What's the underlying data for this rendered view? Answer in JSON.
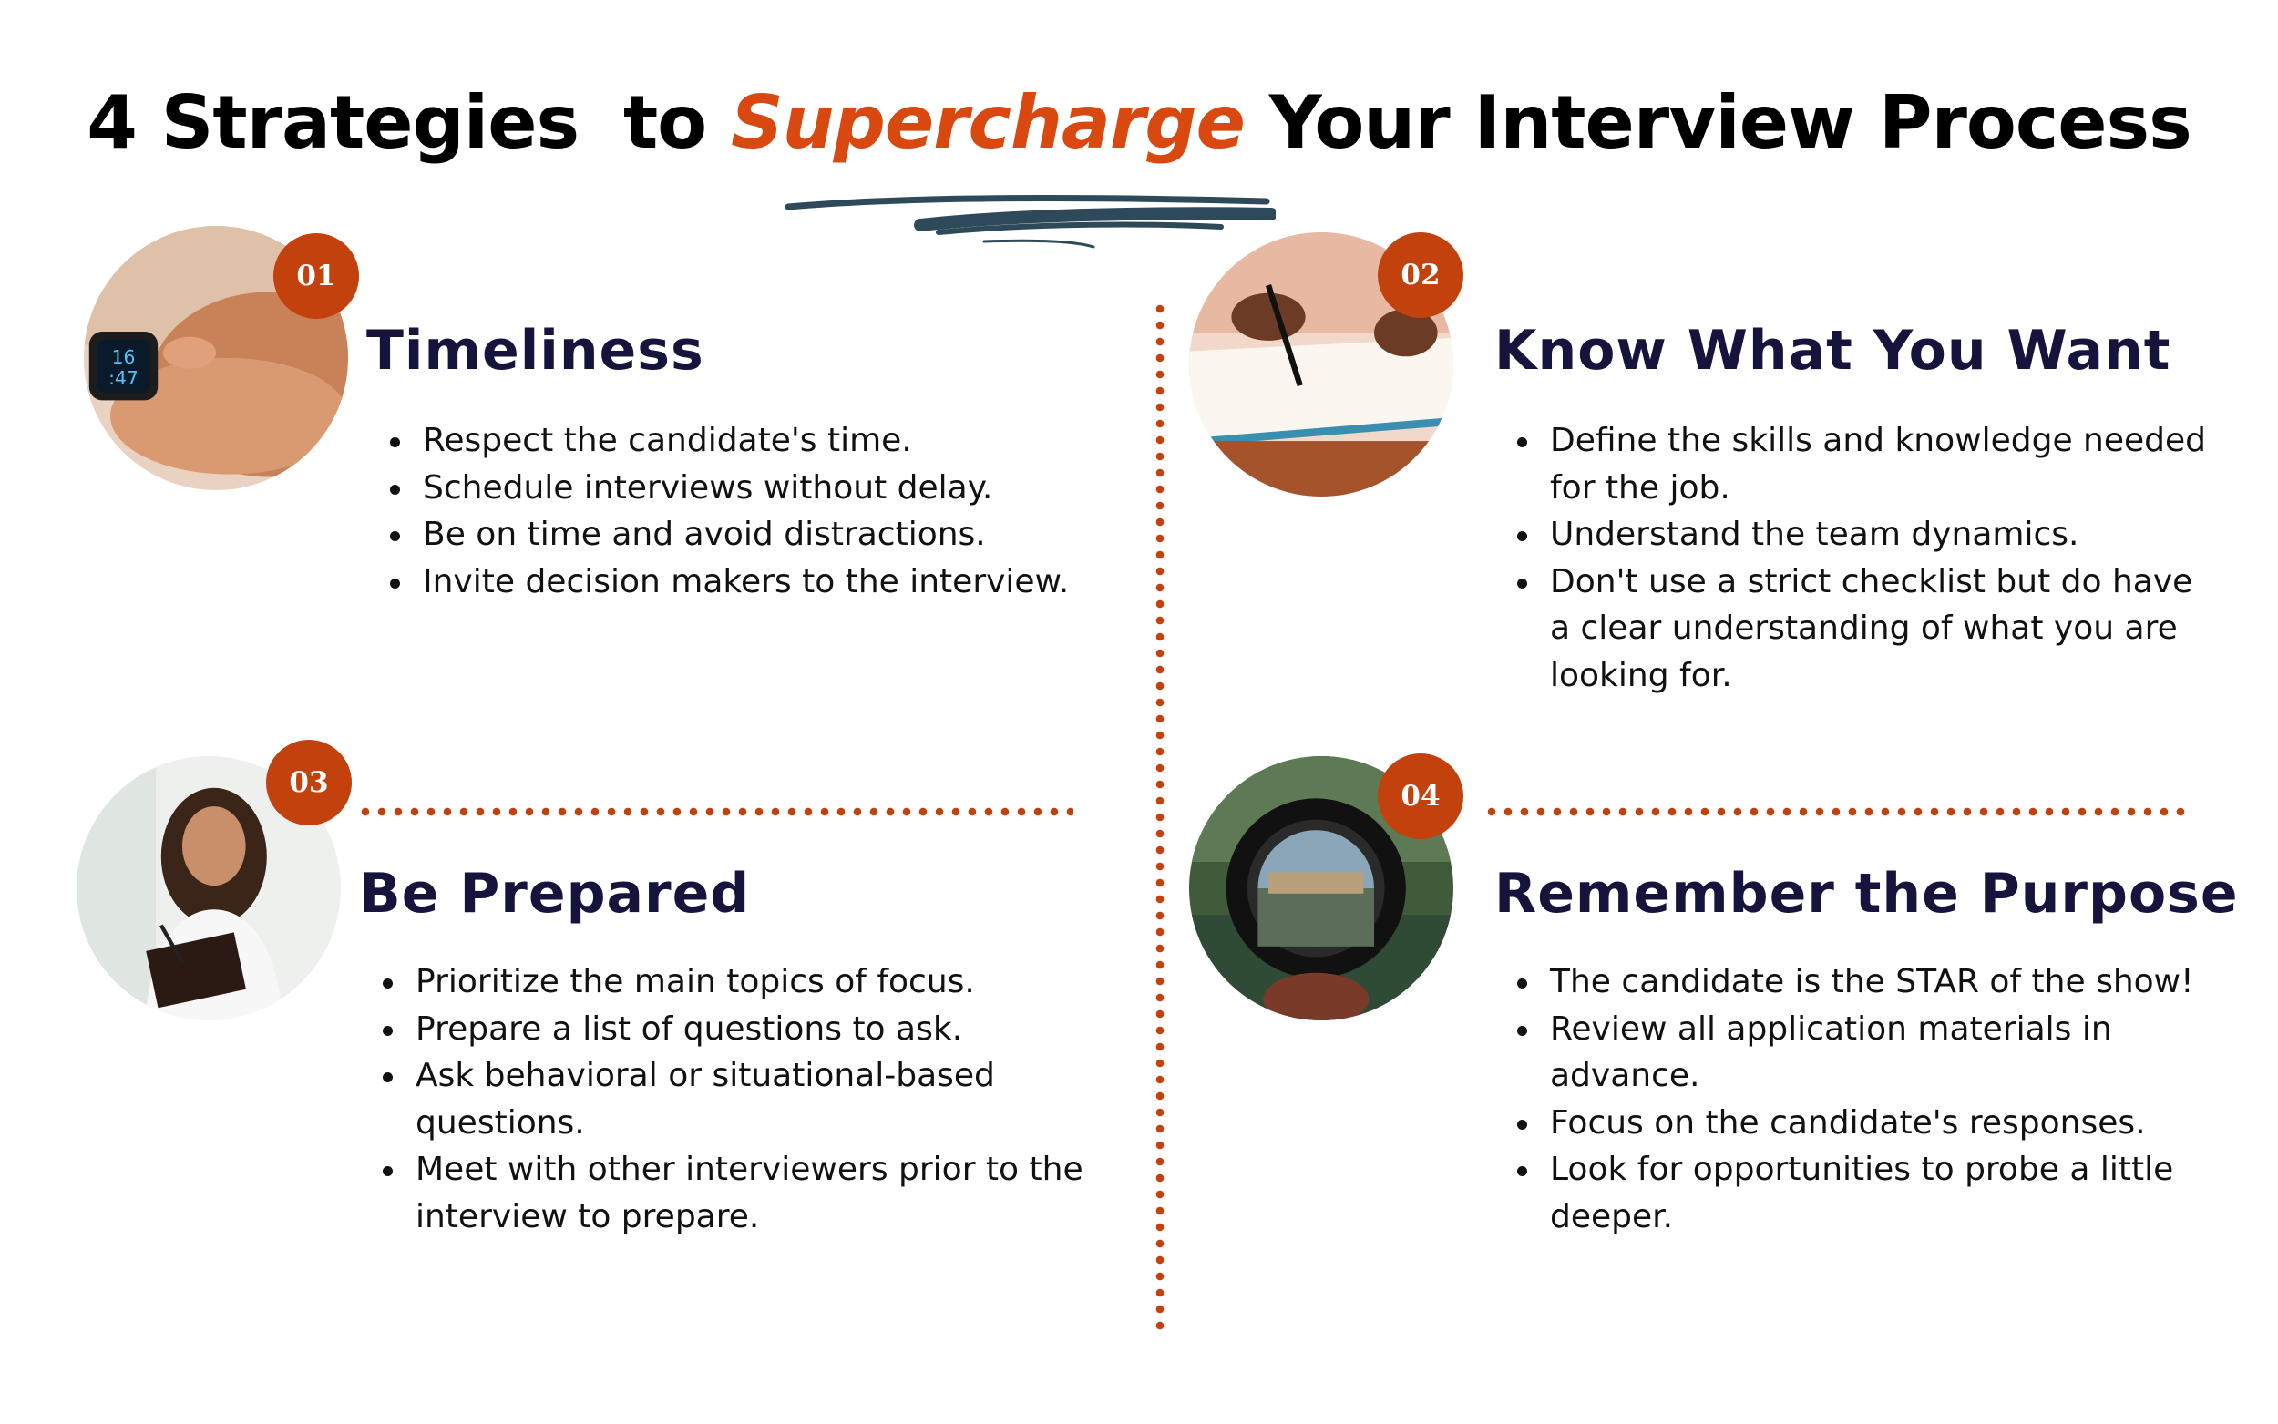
{
  "title": {
    "part1": "4 Strategies",
    "part2": "to",
    "accent_word": "Supercharge",
    "part3": "Your Interview Process"
  },
  "colors": {
    "accent": "#d9480f",
    "badge": "#c2410c",
    "heading": "#16133d",
    "swoosh": "#2e4a5a"
  },
  "strategies": [
    {
      "number": "01",
      "heading": "Timeliness",
      "image": "smartwatch-photo",
      "bullets": [
        "Respect the candidate's time.",
        "Schedule interviews without delay.",
        "Be on time and avoid distractions.",
        "Invite decision makers to the interview."
      ]
    },
    {
      "number": "02",
      "heading": "Know What You Want",
      "image": "writing-notebook-photo",
      "bullets": [
        "Define the skills and knowledge needed for the job.",
        "Understand the team dynamics.",
        "Don't use a strict checklist but do have a clear understanding of what you are looking for."
      ]
    },
    {
      "number": "03",
      "heading": "Be Prepared",
      "image": "woman-with-planner-photo",
      "bullets": [
        "Prioritize the main topics of focus.",
        "Prepare a list of questions to ask.",
        "Ask behavioral or situational-based questions.",
        "Meet with other interviewers prior to the interview to prepare."
      ]
    },
    {
      "number": "04",
      "heading": "Remember the Purpose",
      "image": "lens-landscape-photo",
      "bullets": [
        "The candidate is the STAR of the show!",
        "Review all application materials in advance.",
        "Focus on the candidate's responses.",
        "Look for opportunities to probe a little deeper."
      ]
    }
  ]
}
